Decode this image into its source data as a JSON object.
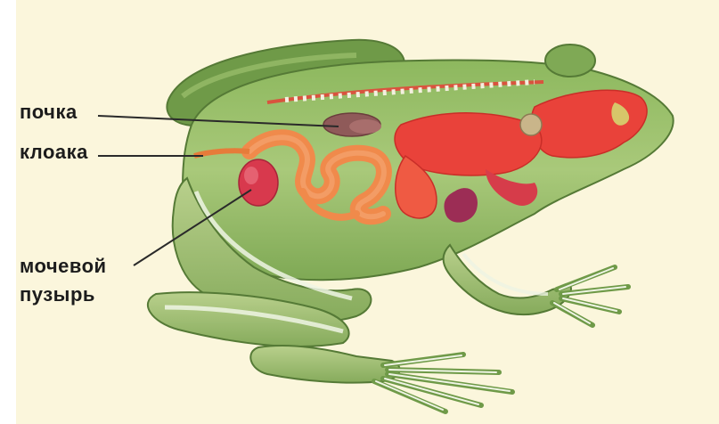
{
  "labels": {
    "kidney": "почка",
    "cloaca": "клоака",
    "bladder_line1": "мочевой",
    "bladder_line2": "пузырь"
  },
  "colors": {
    "background": "#fbf6dc",
    "skin_light": "#a9c97a",
    "skin_dark": "#6f9a48",
    "organs_red": "#e9423a",
    "intestine_orange": "#f08a4b",
    "kidney_brown": "#8f5a59",
    "bladder_pink": "#d8394d",
    "bone_white": "#e8f0e0",
    "pointer_line": "#2a2a2a"
  },
  "icons": {
    "frog": "frog-anatomy-illustration"
  }
}
